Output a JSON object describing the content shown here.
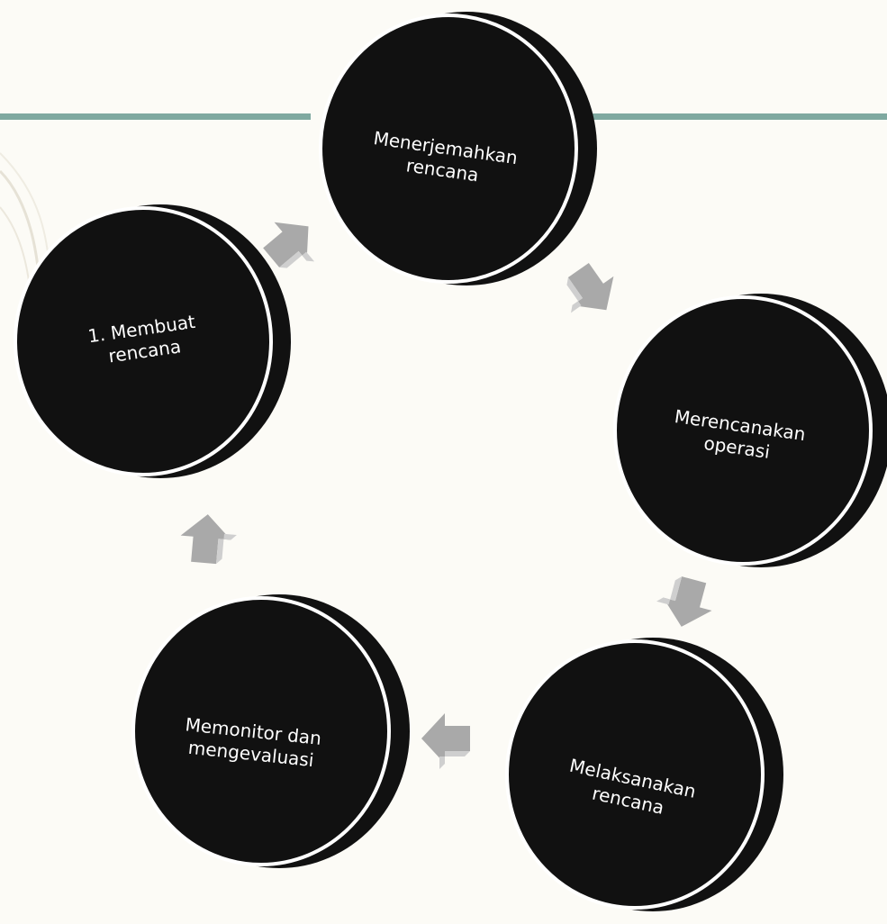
{
  "colors": {
    "background": "#fcfbf6",
    "accent_line": "#7fa9a0",
    "disc_fill": "#111111",
    "disc_ring": "#ffffff",
    "arrow_fill": "#a9a9a9",
    "label_text": "#ffffff"
  },
  "cycle": {
    "steps": [
      {
        "label_line1": "1. Membuat",
        "label_line2": "rencana"
      },
      {
        "label_line1": "Menerjemahkan",
        "label_line2": "rencana"
      },
      {
        "label_line1": "Merencanakan",
        "label_line2": "operasi"
      },
      {
        "label_line1": "Melaksanakan",
        "label_line2": "rencana"
      },
      {
        "label_line1": "Memonitor dan",
        "label_line2": "mengevaluasi"
      }
    ],
    "arrows": [
      {
        "icon": "arrow-up-right-icon"
      },
      {
        "icon": "arrow-down-right-icon"
      },
      {
        "icon": "arrow-down-icon"
      },
      {
        "icon": "arrow-left-icon"
      },
      {
        "icon": "arrow-up-icon"
      }
    ]
  }
}
